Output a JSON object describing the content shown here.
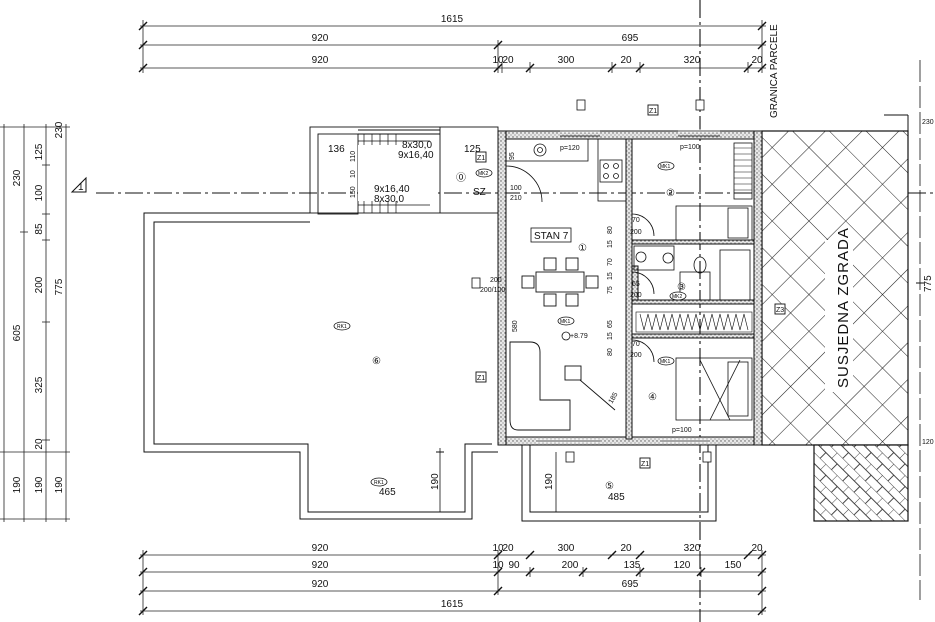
{
  "dimensions": {
    "top": {
      "row1_total": "1615",
      "row2": [
        "920",
        "695"
      ],
      "row3": [
        "920",
        "10",
        "20",
        "300",
        "20",
        "320",
        "20"
      ]
    },
    "bottom": {
      "row1": [
        "920",
        "10",
        "20",
        "300",
        "20",
        "320",
        "20"
      ],
      "row2": [
        "920",
        "10",
        "90",
        "200",
        "135",
        "120",
        "150"
      ],
      "row3": [
        "920",
        "695"
      ],
      "row4_total": "1615"
    },
    "left": {
      "outer_total": "605",
      "col_a": [
        "230",
        "190"
      ],
      "col_b": [
        "125",
        "100",
        "85",
        "200",
        "325",
        "20",
        "190"
      ],
      "col_c": [
        "230",
        "775",
        "190"
      ]
    },
    "right_ticks": [
      "775"
    ],
    "interior": {
      "terrace_width": "465",
      "terrace_depth": "190",
      "balcony_width": "485",
      "balcony_depth": "190",
      "stair_136": "136",
      "stair_125": "125",
      "stair_110": "110",
      "stair_95": "95",
      "stair_150": "150",
      "stair_10": "10",
      "stair_spec_1": "8x30,0",
      "stair_spec_2": "9x16,40",
      "stair_spec_3": "9x16,40",
      "stair_spec_4": "8x30,0",
      "room1_580": "580",
      "room1_185": "185",
      "room1_80": "80",
      "room1_15a": "15",
      "room1_70": "70",
      "room1_15b": "15",
      "room1_75": "75",
      "room1_65": "65",
      "room1_15c": "15",
      "room1_80b": "80",
      "opening_100_top": "100",
      "opening_100_bot": "210",
      "door_70_a": "70",
      "door_200_a": "200",
      "door_65": "65",
      "door_200_b": "200",
      "door_70_b": "70",
      "door_200_c": "200",
      "win_p120": "p=120",
      "win_p100_a": "p=100",
      "win_p100_b": "p=100",
      "side_200": "200",
      "side_200_100": "200/100"
    }
  },
  "labels": {
    "apartment": "STAN 7",
    "level": "+8.79",
    "parcel_border": "GRANICA PARCELE",
    "neighbour": "SUSJEDNA ZGRADA",
    "section_marker": "1",
    "sz": "SZ",
    "rooms": [
      "①",
      "②",
      "③",
      "④",
      "⑤",
      "⑥",
      "⓪"
    ],
    "wall_tags": [
      "Z1",
      "Z1",
      "Z1",
      "Z1",
      "Z3"
    ],
    "floor_tags": [
      "MK1",
      "MK1",
      "MK2",
      "MK2",
      "MK1",
      "RK1",
      "RK1"
    ]
  }
}
